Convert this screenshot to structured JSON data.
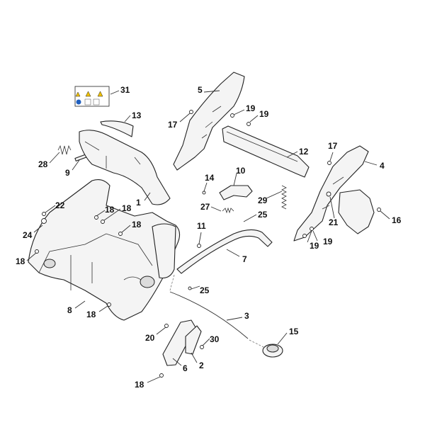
{
  "diagram": {
    "labels": [
      {
        "id": "31",
        "text": "31"
      },
      {
        "id": "13",
        "text": "13"
      },
      {
        "id": "28",
        "text": "28"
      },
      {
        "id": "9",
        "text": "9"
      },
      {
        "id": "1",
        "text": "1"
      },
      {
        "id": "22",
        "text": "22"
      },
      {
        "id": "24",
        "text": "24"
      },
      {
        "id": "18a",
        "text": "18"
      },
      {
        "id": "18b",
        "text": "18"
      },
      {
        "id": "18c",
        "text": "18"
      },
      {
        "id": "18d",
        "text": "18"
      },
      {
        "id": "18e",
        "text": "18"
      },
      {
        "id": "18f",
        "text": "18"
      },
      {
        "id": "8",
        "text": "8"
      },
      {
        "id": "5",
        "text": "5"
      },
      {
        "id": "17a",
        "text": "17"
      },
      {
        "id": "19a",
        "text": "19"
      },
      {
        "id": "19b",
        "text": "19"
      },
      {
        "id": "12",
        "text": "12"
      },
      {
        "id": "17b",
        "text": "17"
      },
      {
        "id": "4",
        "text": "4"
      },
      {
        "id": "14",
        "text": "14"
      },
      {
        "id": "10",
        "text": "10"
      },
      {
        "id": "29",
        "text": "29"
      },
      {
        "id": "27",
        "text": "27"
      },
      {
        "id": "25a",
        "text": "25"
      },
      {
        "id": "21",
        "text": "21"
      },
      {
        "id": "16",
        "text": "16"
      },
      {
        "id": "19c",
        "text": "19"
      },
      {
        "id": "19d",
        "text": "19"
      },
      {
        "id": "11",
        "text": "11"
      },
      {
        "id": "7",
        "text": "7"
      },
      {
        "id": "25b",
        "text": "25"
      },
      {
        "id": "3",
        "text": "3"
      },
      {
        "id": "15",
        "text": "15"
      },
      {
        "id": "20",
        "text": "20"
      },
      {
        "id": "30",
        "text": "30"
      },
      {
        "id": "6",
        "text": "6"
      },
      {
        "id": "2",
        "text": "2"
      }
    ]
  },
  "colors": {
    "line": "#222222",
    "warning": "#f2c200",
    "info": "#1f5fbf"
  }
}
